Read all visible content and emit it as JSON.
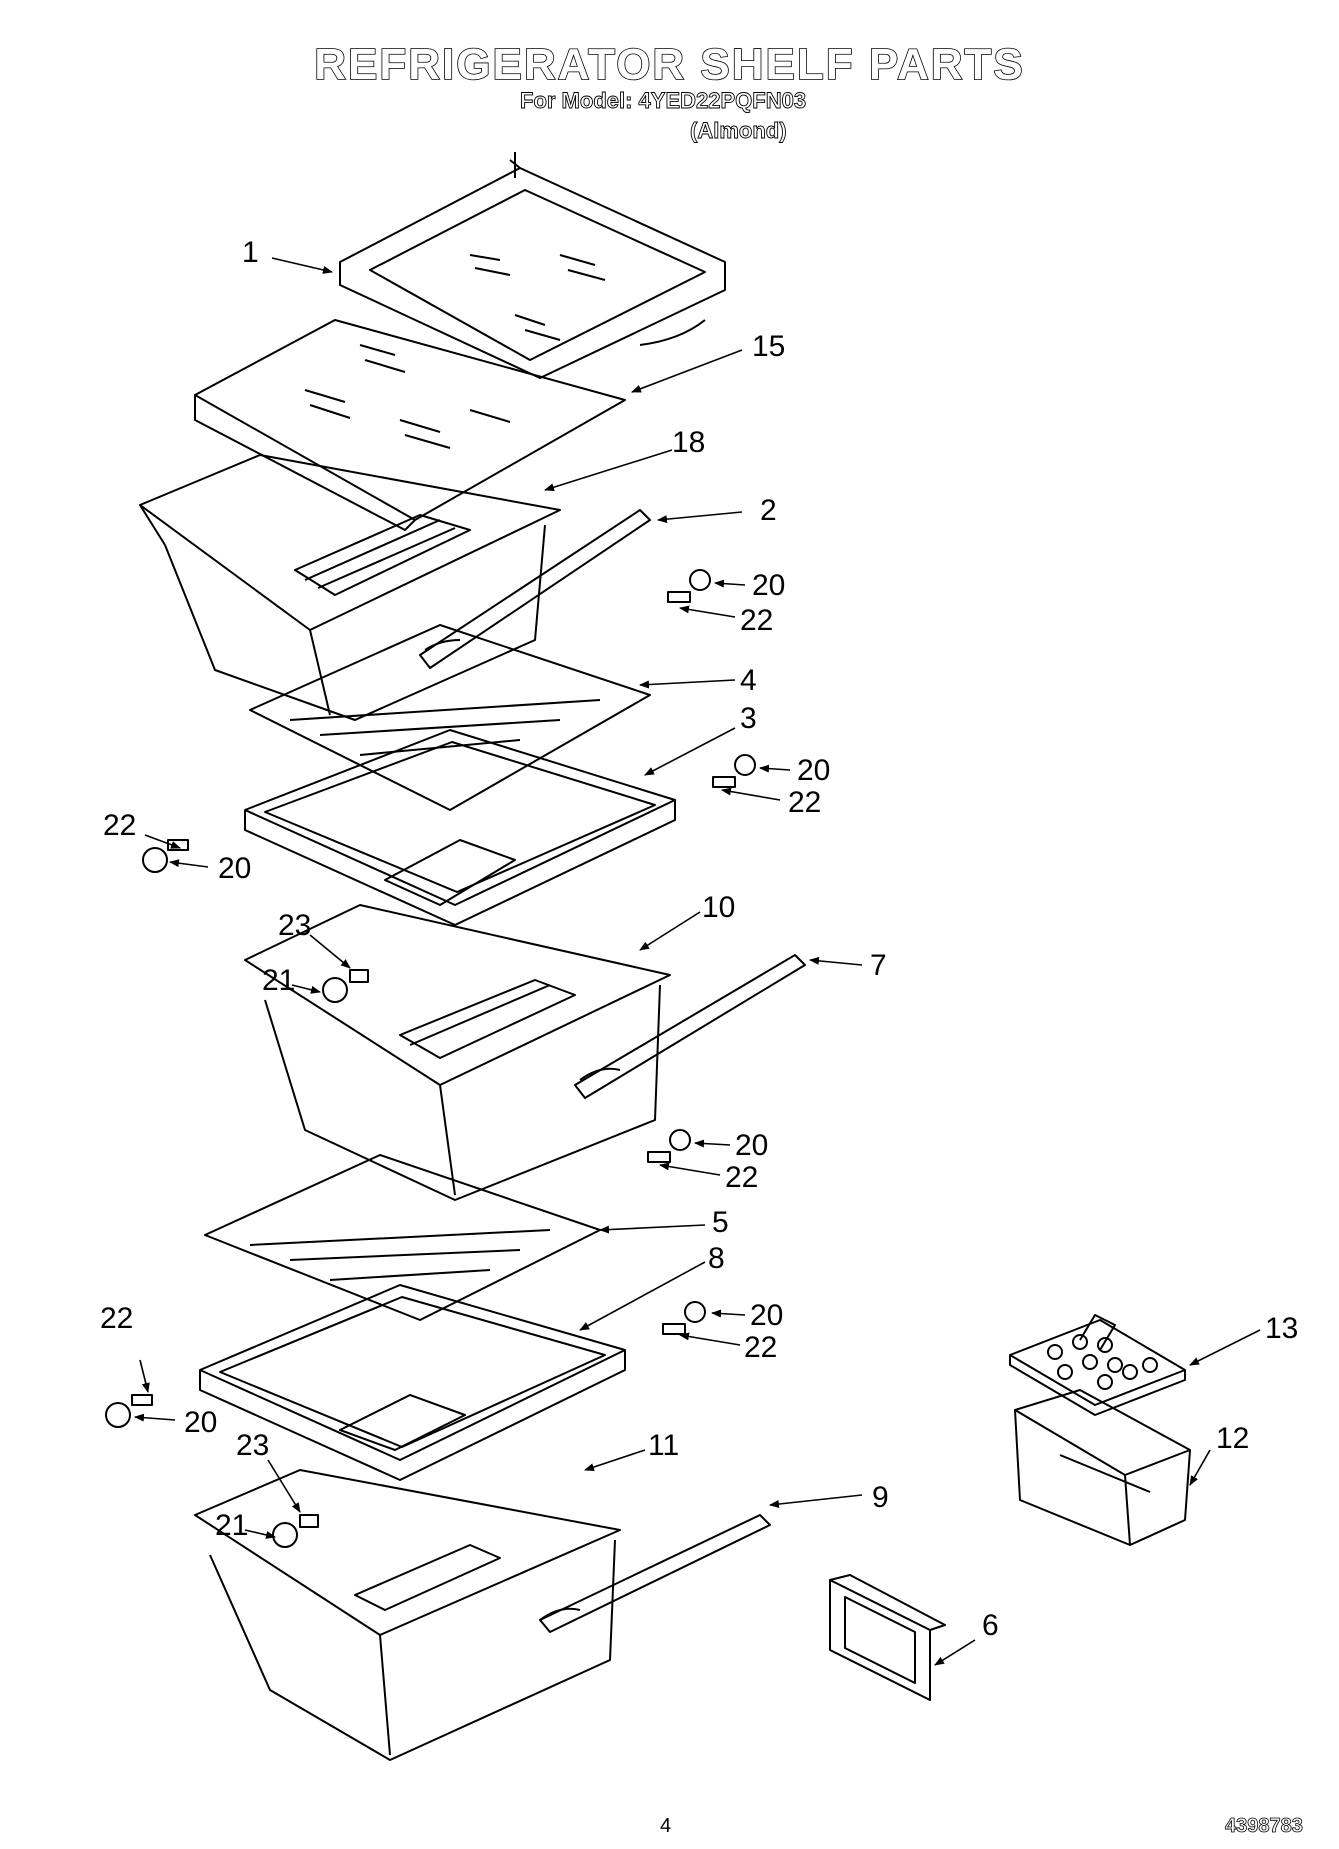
{
  "header": {
    "title": "REFRIGERATOR SHELF PARTS",
    "model_line": "For Model: 4YED22PQFN03",
    "color_line": "(Almond)"
  },
  "callouts": {
    "c1": "1",
    "c15": "15",
    "c18": "18",
    "c2": "2",
    "c20a": "20",
    "c22a": "22",
    "c4": "4",
    "c3": "3",
    "c20b": "20",
    "c22b": "22",
    "c22c": "22",
    "c20c": "20",
    "c23a": "23",
    "c21a": "21",
    "c10": "10",
    "c7": "7",
    "c20d": "20",
    "c22d": "22",
    "c5": "5",
    "c8": "8",
    "c20e": "20",
    "c22e": "22",
    "c22f": "22",
    "c20f": "20",
    "c23b": "23",
    "c21b": "21",
    "c11": "11",
    "c9": "9",
    "c13": "13",
    "c12": "12",
    "c6": "6"
  },
  "footer": {
    "page_number": "4",
    "doc_number": "4398783"
  }
}
